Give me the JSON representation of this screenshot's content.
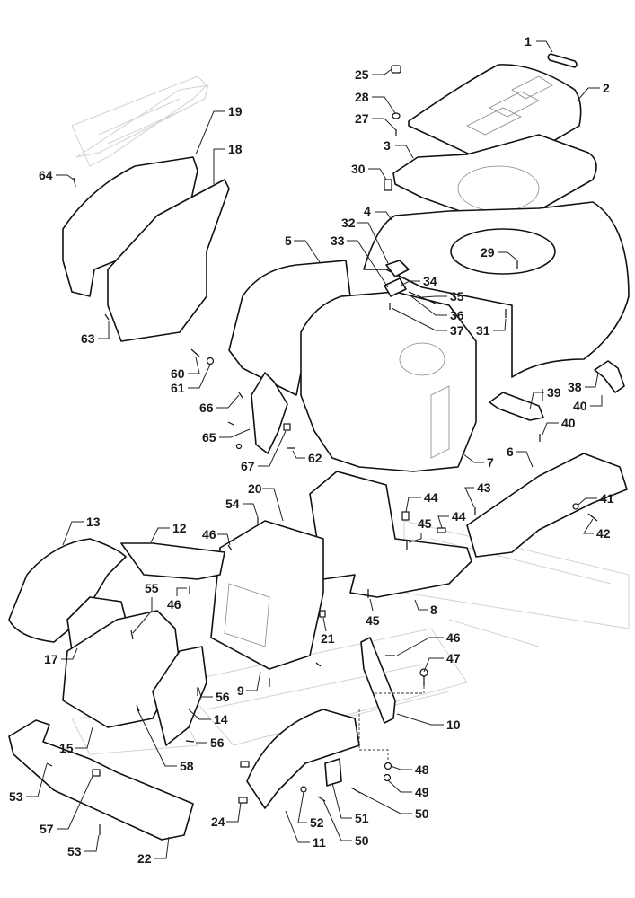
{
  "diagram": {
    "title": "Exploded view - body panels",
    "type": "parts-exploded-view",
    "callouts": [
      {
        "id": "c1",
        "label": "1"
      },
      {
        "id": "c2",
        "label": "2"
      },
      {
        "id": "c3",
        "label": "3"
      },
      {
        "id": "c4",
        "label": "4"
      },
      {
        "id": "c5",
        "label": "5"
      },
      {
        "id": "c6",
        "label": "6"
      },
      {
        "id": "c7",
        "label": "7"
      },
      {
        "id": "c8",
        "label": "8"
      },
      {
        "id": "c9",
        "label": "9"
      },
      {
        "id": "c10",
        "label": "10"
      },
      {
        "id": "c11",
        "label": "11"
      },
      {
        "id": "c12",
        "label": "12"
      },
      {
        "id": "c13",
        "label": "13"
      },
      {
        "id": "c14",
        "label": "14"
      },
      {
        "id": "c15",
        "label": "15"
      },
      {
        "id": "c17",
        "label": "17"
      },
      {
        "id": "c18",
        "label": "18"
      },
      {
        "id": "c19",
        "label": "19"
      },
      {
        "id": "c20",
        "label": "20"
      },
      {
        "id": "c21",
        "label": "21"
      },
      {
        "id": "c22",
        "label": "22"
      },
      {
        "id": "c24",
        "label": "24"
      },
      {
        "id": "c25",
        "label": "25"
      },
      {
        "id": "c27",
        "label": "27"
      },
      {
        "id": "c28",
        "label": "28"
      },
      {
        "id": "c29",
        "label": "29"
      },
      {
        "id": "c30",
        "label": "30"
      },
      {
        "id": "c31",
        "label": "31"
      },
      {
        "id": "c32",
        "label": "32"
      },
      {
        "id": "c33",
        "label": "33"
      },
      {
        "id": "c34",
        "label": "34"
      },
      {
        "id": "c35",
        "label": "35"
      },
      {
        "id": "c36",
        "label": "36"
      },
      {
        "id": "c37",
        "label": "37"
      },
      {
        "id": "c38",
        "label": "38"
      },
      {
        "id": "c39",
        "label": "39"
      },
      {
        "id": "c40a",
        "label": "40"
      },
      {
        "id": "c40b",
        "label": "40"
      },
      {
        "id": "c41",
        "label": "41"
      },
      {
        "id": "c42",
        "label": "42"
      },
      {
        "id": "c43",
        "label": "43"
      },
      {
        "id": "c44a",
        "label": "44"
      },
      {
        "id": "c44b",
        "label": "44"
      },
      {
        "id": "c45a",
        "label": "45"
      },
      {
        "id": "c45b",
        "label": "45"
      },
      {
        "id": "c46a",
        "label": "46"
      },
      {
        "id": "c46b",
        "label": "46"
      },
      {
        "id": "c46c",
        "label": "46"
      },
      {
        "id": "c47",
        "label": "47"
      },
      {
        "id": "c48",
        "label": "48"
      },
      {
        "id": "c49",
        "label": "49"
      },
      {
        "id": "c50a",
        "label": "50"
      },
      {
        "id": "c50b",
        "label": "50"
      },
      {
        "id": "c51",
        "label": "51"
      },
      {
        "id": "c52",
        "label": "52"
      },
      {
        "id": "c53a",
        "label": "53"
      },
      {
        "id": "c53b",
        "label": "53"
      },
      {
        "id": "c54",
        "label": "54"
      },
      {
        "id": "c55",
        "label": "55"
      },
      {
        "id": "c56a",
        "label": "56"
      },
      {
        "id": "c56b",
        "label": "56"
      },
      {
        "id": "c57",
        "label": "57"
      },
      {
        "id": "c58",
        "label": "58"
      },
      {
        "id": "c60",
        "label": "60"
      },
      {
        "id": "c61",
        "label": "61"
      },
      {
        "id": "c62",
        "label": "62"
      },
      {
        "id": "c63",
        "label": "63"
      },
      {
        "id": "c64",
        "label": "64"
      },
      {
        "id": "c65",
        "label": "65"
      },
      {
        "id": "c66",
        "label": "66"
      },
      {
        "id": "c67",
        "label": "67"
      }
    ]
  },
  "colors": {
    "line": "#111111",
    "ghost": "#d2d2d2",
    "background": "#ffffff"
  }
}
